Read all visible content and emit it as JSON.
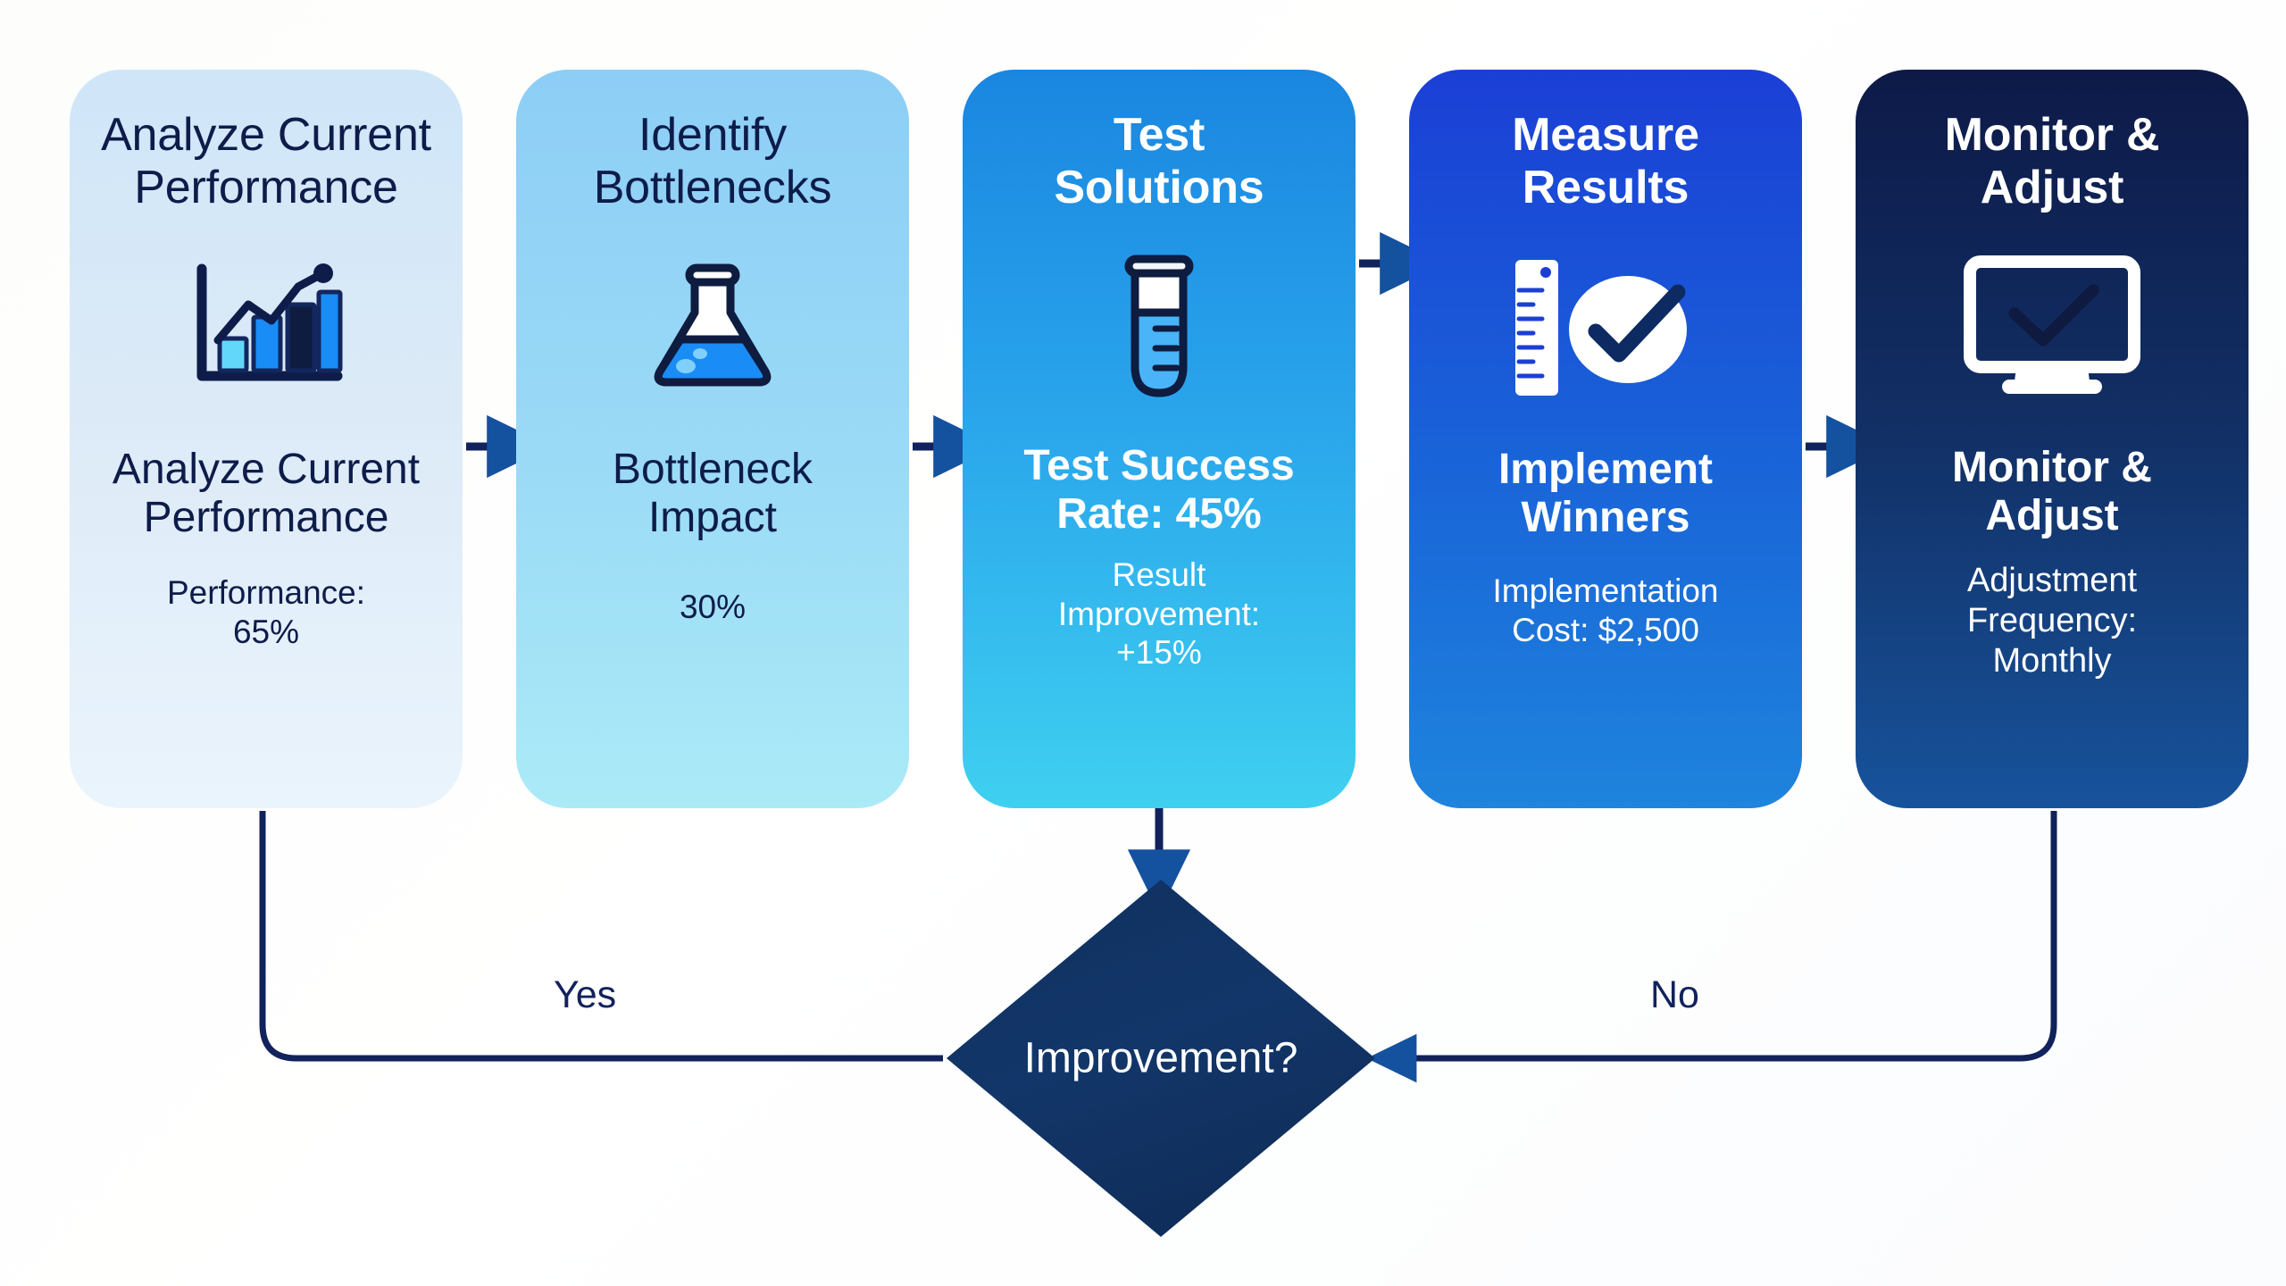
{
  "diagram": {
    "type": "process-flowchart",
    "orientation": "horizontal-with-feedback-loop",
    "background_color": "#fdfdfb",
    "connector_color": "#11225c",
    "arrowhead_color": "#14529f"
  },
  "steps": [
    {
      "id": "analyze",
      "title": "Analyze Current\nPerformance",
      "icon": "bar-chart-trend-icon",
      "metric_main": "Analyze Current\nPerformance",
      "metric_sub": "Performance:\n65%",
      "value": 65,
      "unit": "%",
      "bg_from": "#cfe6f8",
      "bg_to": "#eaf4fc",
      "text_color": "#0e1c4a"
    },
    {
      "id": "bottlenecks",
      "title": "Identify\nBottlenecks",
      "icon": "flask-icon",
      "metric_main": "Bottleneck\nImpact",
      "metric_sub": "30%",
      "value": 30,
      "unit": "%",
      "bg_from": "#8dcef6",
      "bg_to": "#abeaf7",
      "text_color": "#0e1c4a"
    },
    {
      "id": "test",
      "title": "Test\nSolutions",
      "icon": "test-tube-icon",
      "metric_main": "Test Success\nRate: 45%",
      "metric_sub": "Result\nImprovement:\n+15%",
      "value": 45,
      "unit": "%",
      "bg_from": "#1a86e0",
      "bg_to": "#3fd0f0",
      "text_color": "#ffffff"
    },
    {
      "id": "measure",
      "title": "Measure\nResults",
      "icon": "ruler-and-check-circle-icon",
      "metric_main": "Implement\nWinners",
      "metric_sub": "Implementation\nCost: $2,500",
      "value": 2500,
      "unit": "$",
      "bg_from": "#1b3fd6",
      "bg_to": "#1e84dd",
      "text_color": "#ffffff"
    },
    {
      "id": "monitor",
      "title": "Monitor &\nAdjust",
      "icon": "monitor-check-icon",
      "metric_main": "Monitor &\nAdjust",
      "metric_sub": "Adjustment\nFrequency:\nMonthly",
      "value": "Monthly",
      "unit": "",
      "bg_from": "#0d1a48",
      "bg_to": "#17539c",
      "text_color": "#ffffff"
    }
  ],
  "decision": {
    "label": "Improvement?",
    "shape": "diamond",
    "fill": "#10305f",
    "text_color": "#ffffff"
  },
  "branches": {
    "yes_label": "Yes",
    "no_label": "No"
  }
}
